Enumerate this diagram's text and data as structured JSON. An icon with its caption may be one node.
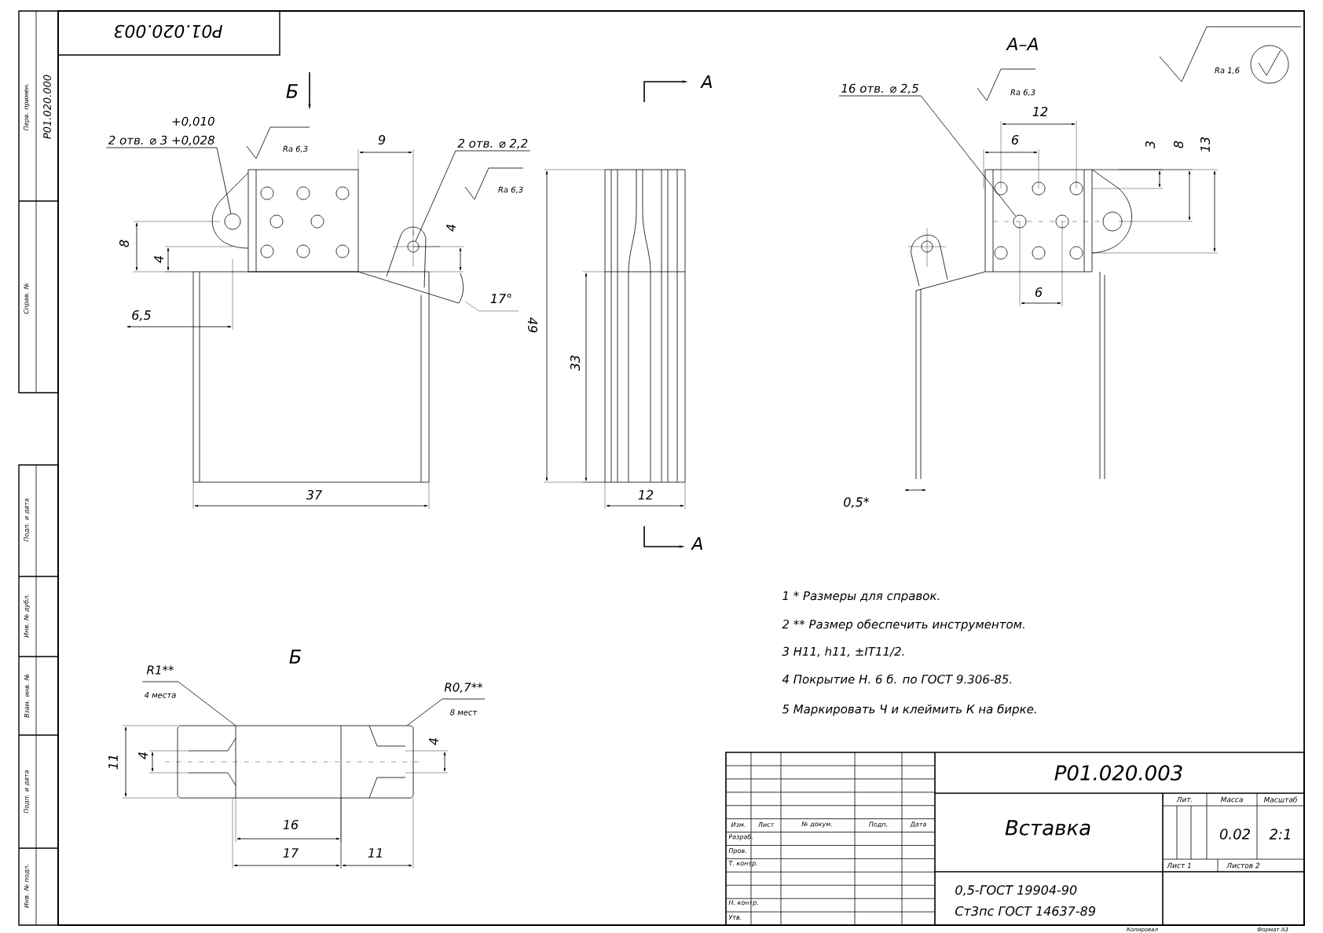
{
  "diagram": {
    "nodes": [
      {
        "text": [
          "+0,010",
          "2 отв. ⌀ 3 +0,028"
        ]
      },
      {
        "text": [
          "2 отв. ⌀ 2,2"
        ]
      },
      {
        "text": [
          "16 отв. ⌀ 2,5"
        ]
      },
      {
        "text": [
          "R1**",
          "4 места"
        ]
      },
      {
        "text": [
          "R0,7**",
          "8 мест"
        ]
      },
      {
        "text": [],
        "shape": "circle"
      },
      {
        "text": [],
        "shape": "circle"
      },
      {
        "text": [],
        "shape": "circle"
      },
      {
        "text": [],
        "shape": "picture"
      }
    ],
    "edges": [
      {
        "from": 0,
        "to": 5,
        "arrow": "none"
      },
      {
        "from": 1,
        "to": 6,
        "arrow": "none"
      },
      {
        "from": 2,
        "to": 7,
        "arrow": "none"
      },
      {
        "from": 3,
        "to": 8,
        "arrow": "none"
      },
      {
        "from": 4,
        "to": 8,
        "arrow": "none"
      }
    ],
    "labels": [
      "P01.020.003",
      "Перв. примен.",
      "P01.020.000",
      "Справ. №",
      "Б",
      "Ra 6,3",
      "9",
      "Ra 6,3",
      "А",
      "А–А",
      "Ra 1,6",
      "Ra 6,3",
      "12",
      "3",
      "8",
      "13",
      "6",
      "8",
      "4",
      "4",
      "17°",
      "6,5",
      "6",
      "49",
      "33",
      "37",
      "12",
      "0,5*",
      "А",
      "1 * Размеры для справок.",
      "2 ** Размер обеспечить инструментом.",
      "3 H11, h11, ±IT11/2.",
      "4 Покрытие Н. 6 б. по ГОСТ 9.306-85.",
      "5 Маркировать Ч и клеймить К на бирке.",
      "Б",
      "11",
      "4",
      "4",
      "16",
      "17",
      "11",
      "Подп. и дата",
      "Инв. № дубл.",
      "Взам. инв. №",
      "Подп. и дата",
      "Инв. № подл.",
      "P01.020.003",
      "Изм.",
      "Лист",
      "№ докум.",
      "Подп.",
      "Дата",
      "Разраб.",
      "Пров.",
      "Т. контр.",
      "Н. контр.",
      "Утв.",
      "Вставка",
      "Лит.",
      "Масса",
      "Масштаб",
      "0.02",
      "2:1",
      "Лист 1",
      "Листов 2",
      "0,5-ГОСТ 19904-90",
      "Ст3пс ГОСТ 14637-89",
      "Копировал",
      "Формат А3"
    ]
  }
}
